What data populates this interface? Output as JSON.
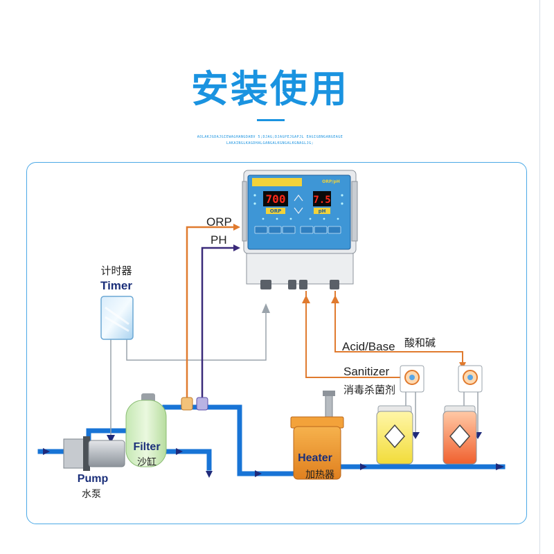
{
  "header": {
    "title": "安装使用",
    "subtitle_line1": "AOLAKJGDAJGIEWAGHANGDABV 5;DJAG;DJAGPEJGAPJL EAGIGBNGANGEAGE",
    "subtitle_line2": "LAKAINGLKAGDHALGANGALKGNGALKGNAGLJG;"
  },
  "labels": {
    "orp": "ORP",
    "ph": "PH",
    "timer_cn": "计时器",
    "timer_en": "Timer",
    "filter_en": "Filter",
    "filter_cn": "沙缸",
    "pump_en": "Pump",
    "pump_cn": "水泵",
    "heater_en": "Heater",
    "heater_cn": "加热器",
    "acid_base_en": "Acid/Base",
    "acid_base_cn": "酸和碱",
    "sanitizer_en": "Sanitizer",
    "sanitizer_cn": "消毒杀菌剂"
  },
  "controller": {
    "orp_reading": "700",
    "ph_reading": "7.5",
    "orp_tag": "ORP",
    "ph_tag": "pH",
    "header_tag": "ORP/pH"
  },
  "colors": {
    "accent": "#1a93e0",
    "water_pipe": "#1874d6",
    "signal_orange": "#e07a2e",
    "signal_purple": "#3a2a7a",
    "control_gray": "#9aa3ab",
    "controller_panel": "#3e96d6",
    "display_red": "#ff2a1a"
  }
}
